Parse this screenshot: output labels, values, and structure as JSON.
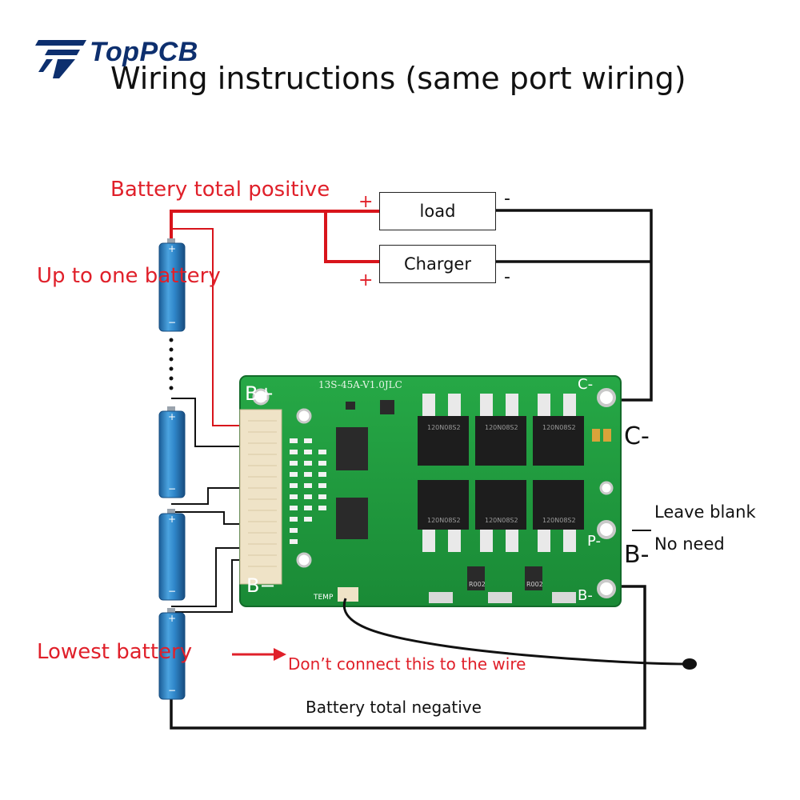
{
  "header": {
    "brand": "TopPCB",
    "title": "Wiring instructions (same port wiring)"
  },
  "labels": {
    "battery_total_positive": "Battery total positive",
    "up_to_one_battery": "Up to one battery",
    "lowest_battery": "Lowest battery",
    "dont_connect": "Don’t connect this to the wire",
    "battery_total_negative": "Battery total negative",
    "leave_blank": "Leave blank",
    "no_need": "No need",
    "c_minus": "C-",
    "b_minus": "B-"
  },
  "devices": {
    "load": "load",
    "charger": "Charger",
    "plus": "+",
    "minus": "-"
  },
  "board": {
    "model": "13S-45A-V1.0JLC",
    "b_plus": "B+",
    "b_minus": "B−",
    "c_minus": "C-",
    "p_minus": "P-",
    "b_minus_pad": "B-",
    "temp": "TEMP",
    "mosfet_marks": [
      "120N08S2",
      "120N08S2",
      "120N08S2",
      "120N08S2",
      "120N08S2",
      "120N08S2"
    ],
    "chip_marks": [
      "R002",
      "R002"
    ]
  },
  "battery": {
    "plus": "+",
    "minus": "−"
  },
  "colors": {
    "wire_red": "#d8141b",
    "wire_black": "#111111",
    "pcb_green": "#1f9a3e",
    "battery_blue": "#2f86c9",
    "label_red": "#e0202a",
    "brand_blue": "#0d2f6e"
  }
}
